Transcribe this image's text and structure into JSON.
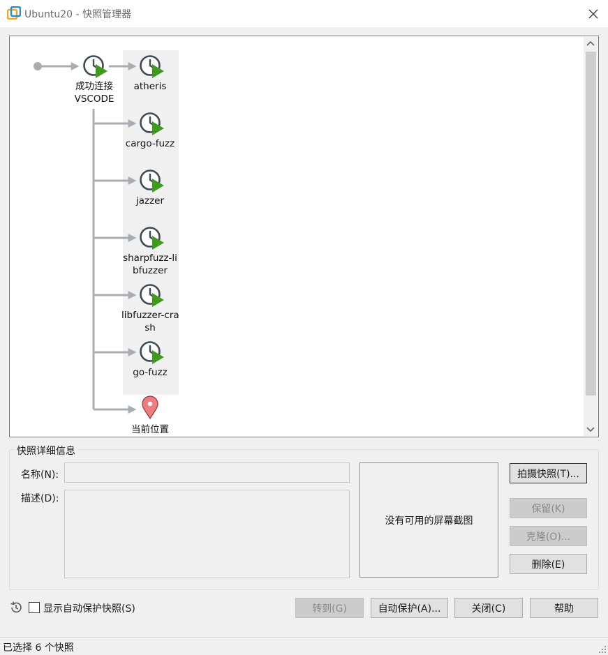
{
  "window": {
    "title": "Ubuntu20 - 快照管理器"
  },
  "tree": {
    "root_snapshot": {
      "label_line1": "成功连接",
      "label_line2": "VSCODE"
    },
    "children": [
      {
        "line1": "atheris",
        "line2": ""
      },
      {
        "line1": "cargo-fuzz",
        "line2": ""
      },
      {
        "line1": "jazzer",
        "line2": ""
      },
      {
        "line1": "sharpfuzz-li",
        "line2": "bfuzzer"
      },
      {
        "line1": "libfuzzer-cra",
        "line2": "sh"
      },
      {
        "line1": "go-fuzz",
        "line2": ""
      }
    ],
    "current_location": "当前位置"
  },
  "details": {
    "group_title": "快照详细信息",
    "name_label": "名称(N):",
    "name_value": "",
    "description_label": "描述(D):",
    "description_value": "",
    "no_screenshot": "没有可用的屏幕截图"
  },
  "buttons": {
    "take_snapshot": "拍摄快照(T)...",
    "keep": "保留(K)",
    "clone": "克隆(O)...",
    "delete": "删除(E)",
    "goto": "转到(G)",
    "autoprotect": "自动保护(A)...",
    "close": "关闭(C)",
    "help": "帮助"
  },
  "show_autoprotect_label": "显示自动保护快照(S)",
  "show_autoprotect_checked": false,
  "status": "已选择 6 个快照",
  "colors": {
    "connector": "#a8adb2",
    "clock_stroke": "#3f4a55",
    "play_green": "#3f9a1e",
    "highlight": "#f0f0f0",
    "pin_red": "#ef7d7d"
  }
}
